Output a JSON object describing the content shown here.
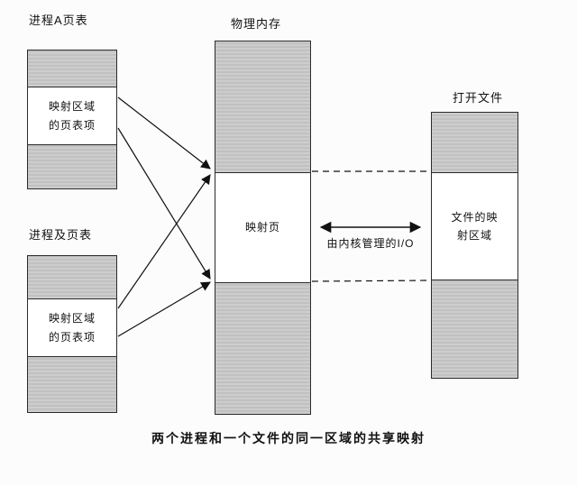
{
  "process_a": {
    "title": "进程A页表",
    "entry": "映射区域的页表项"
  },
  "process_b": {
    "title": "进程及页表",
    "entry": "映射区域的页表项"
  },
  "memory": {
    "title": "物理内存",
    "mapped_page": "映射页"
  },
  "file": {
    "title": "打开文件",
    "mapped_region": "文件的映射区域"
  },
  "io": {
    "label": "由内核管理的I/O"
  },
  "page": {
    "caption": "两个进程和一个文件的同一区域的共享映射"
  },
  "colors": {
    "shade": "#c9c9c9",
    "border": "#2b2b2b"
  }
}
